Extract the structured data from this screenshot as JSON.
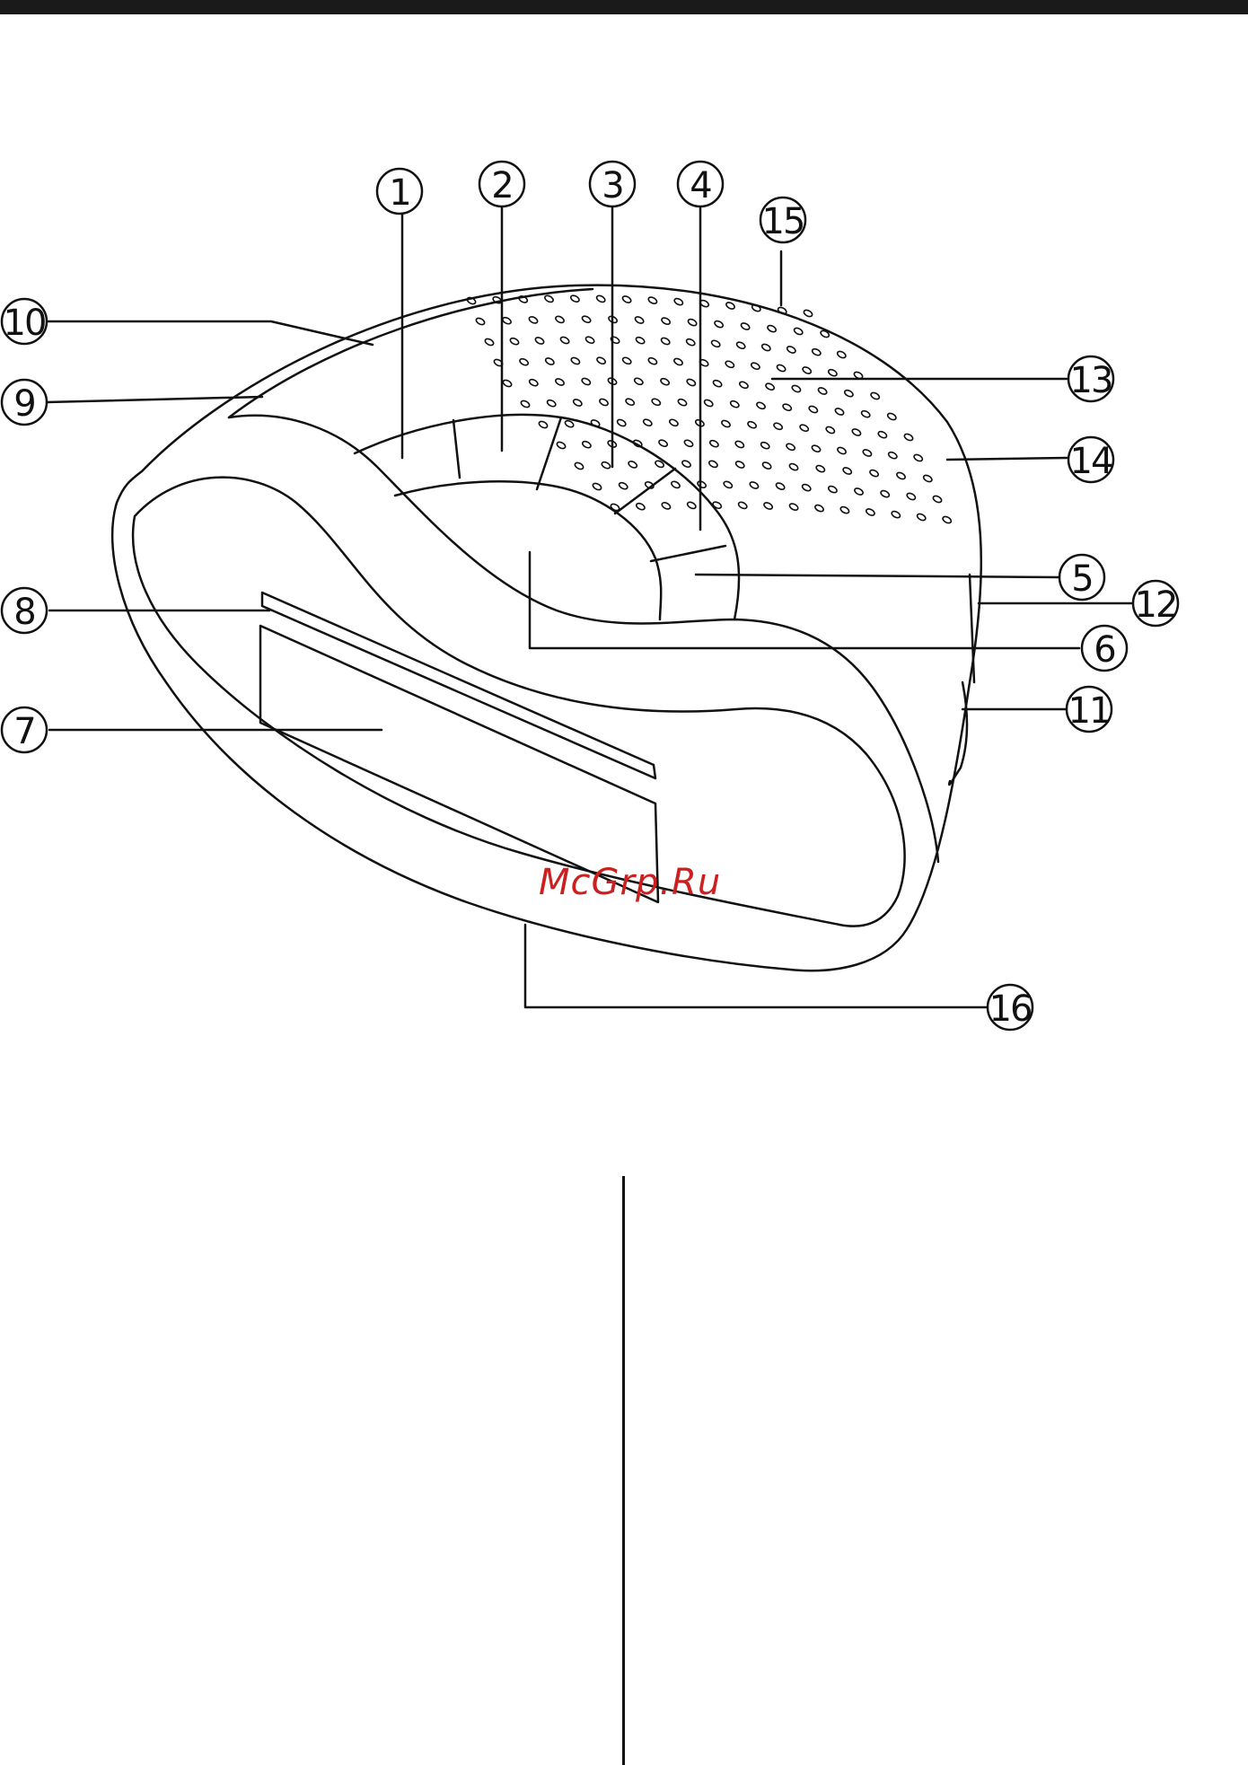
{
  "diagram": {
    "callouts": [
      {
        "id": "c1",
        "label": "1"
      },
      {
        "id": "c2",
        "label": "2"
      },
      {
        "id": "c3",
        "label": "3"
      },
      {
        "id": "c4",
        "label": "4"
      },
      {
        "id": "c5",
        "label": "5"
      },
      {
        "id": "c6",
        "label": "6"
      },
      {
        "id": "c7",
        "label": "7"
      },
      {
        "id": "c8",
        "label": "8"
      },
      {
        "id": "c9",
        "label": "9"
      },
      {
        "id": "c10",
        "label": "10"
      },
      {
        "id": "c11",
        "label": "11"
      },
      {
        "id": "c12",
        "label": "12"
      },
      {
        "id": "c13",
        "label": "13"
      },
      {
        "id": "c14",
        "label": "14"
      },
      {
        "id": "c15",
        "label": "15"
      },
      {
        "id": "c16",
        "label": "16"
      }
    ]
  },
  "watermark": "McGrp.Ru",
  "colors": {
    "ink": "#111111",
    "watermark": "#cc1f1f",
    "top_bar": "#1a1a1a"
  }
}
